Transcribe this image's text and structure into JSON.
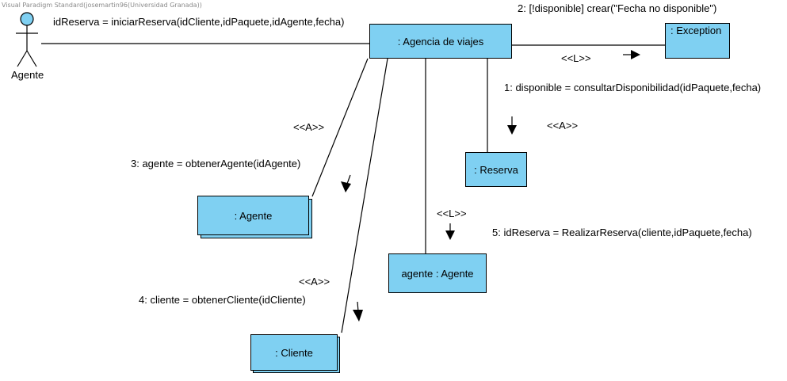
{
  "watermark": "Visual Paradigm Standard(josemartin96(Universidad Granada))",
  "actor": {
    "name": "Agente"
  },
  "objects": {
    "agencia": ": Agencia de viajes",
    "exception": ": Exception",
    "reserva": ": Reserva",
    "agente_multi": ": Agente",
    "agente_obj": "agente : Agente",
    "cliente": ": Cliente"
  },
  "messages": {
    "init": "idReserva = iniciarReserva(idCliente,idPaquete,idAgente,fecha)",
    "m1": "1: disponible = consultarDisponibilidad(idPaquete,fecha)",
    "m2": "2: [!disponible] crear(\"Fecha no disponible\")",
    "m3": "3: agente = obtenerAgente(idAgente)",
    "m4": "4: cliente = obtenerCliente(idCliente)",
    "m5": "5: idReserva = RealizarReserva(cliente,idPaquete,fecha)"
  },
  "stereotypes": {
    "exception_link": "<<L>>",
    "reserva_link": "<<A>>",
    "agente_multi_link": "<<A>>",
    "agente_obj_link": "<<L>>",
    "cliente_link": "<<A>>"
  },
  "colors": {
    "object_fill": "#7fd0f2",
    "actor_head": "#7fd0f2",
    "line": "#000000"
  }
}
